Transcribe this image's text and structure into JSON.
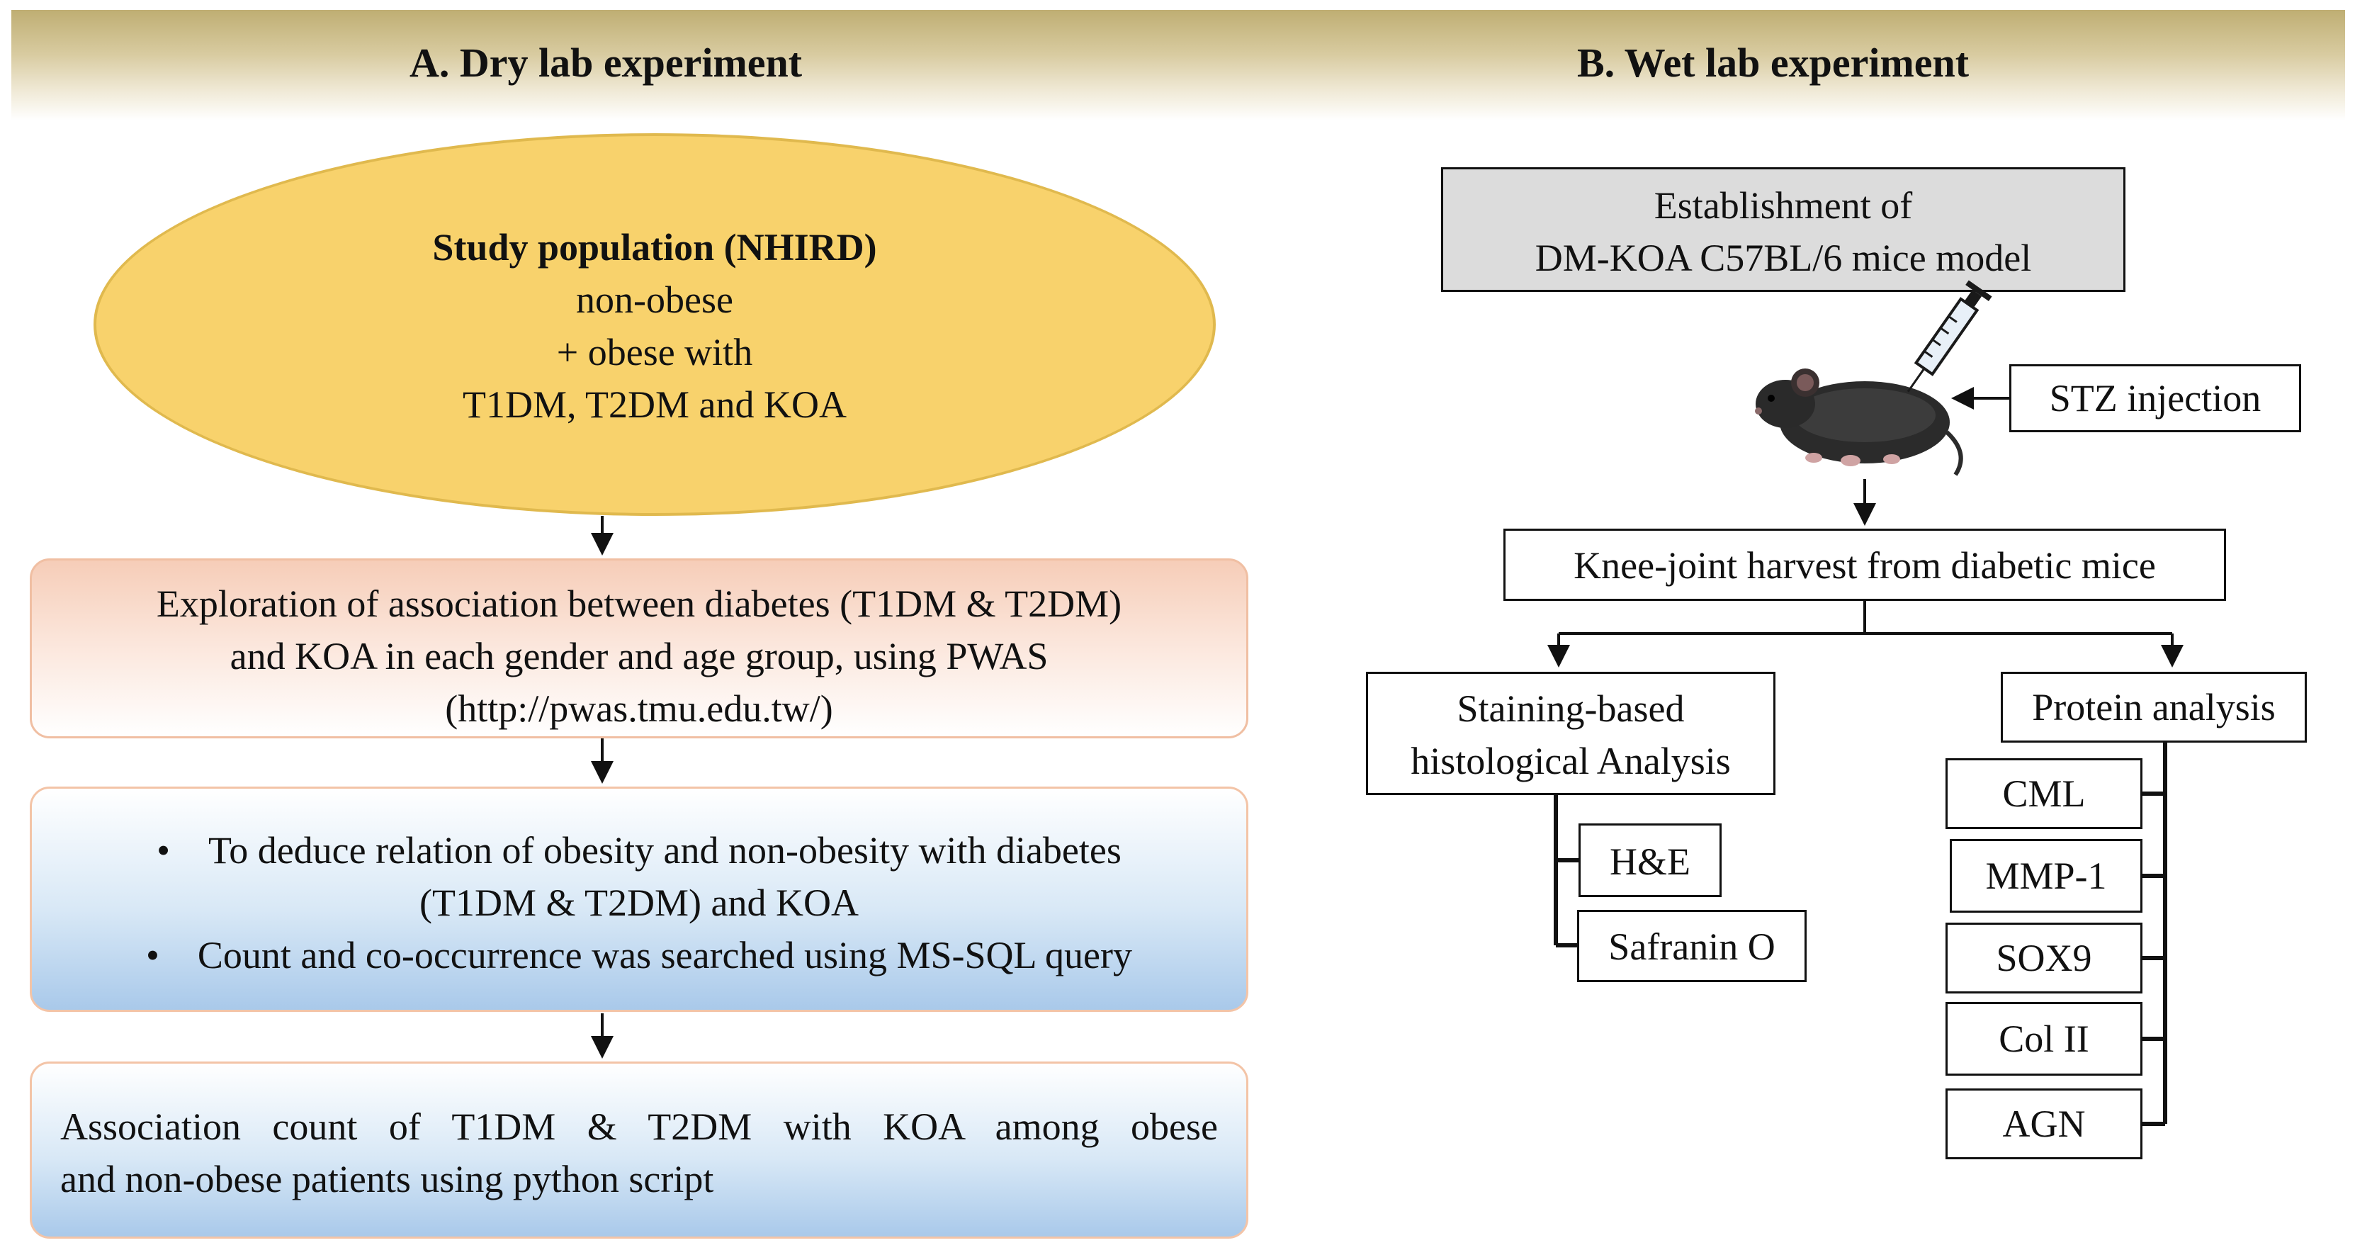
{
  "header": {
    "left_title": "A.  Dry lab experiment",
    "right_title": "B.  Wet lab experiment"
  },
  "dry_lab": {
    "study_population": {
      "title": "Study population (NHIRD)",
      "line1": "non-obese",
      "line2": "+ obese with",
      "line3": "T1DM, T2DM and KOA"
    },
    "exploration": {
      "line1": "Exploration of association between diabetes (T1DM & T2DM)",
      "line2": "and KOA in each gender and age group, using PWAS",
      "line3": "(http://pwas.tmu.edu.tw/)"
    },
    "deduce": {
      "bullet1_line1": "To deduce relation of obesity and non-obesity with diabetes",
      "bullet1_line2": "(T1DM & T2DM) and KOA",
      "bullet2": "Count and co-occurrence was searched using MS-SQL query"
    },
    "association": {
      "line1": "Association count of T1DM & T2DM with KOA among obese",
      "line2": "and non-obese patients using python script"
    }
  },
  "wet_lab": {
    "establishment": {
      "line1": "Establishment of",
      "line2": "DM-KOA C57BL/6 mice model"
    },
    "stz": "STZ injection",
    "harvest": "Knee-joint harvest from diabetic mice",
    "staining": {
      "line1": "Staining-based",
      "line2": "histological Analysis"
    },
    "staining_items": [
      "H&E",
      "Safranin O"
    ],
    "protein": "Protein analysis",
    "protein_items": [
      "CML",
      "MMP-1",
      "SOX9",
      "Col II",
      "AGN"
    ]
  },
  "colors": {
    "ellipse": "#f8d26c",
    "orange_box": "#f6cdb8",
    "blue_box": "#a9c9ea",
    "header_band": "#bfae73"
  },
  "icons": [
    "mouse-icon",
    "syringe-icon"
  ]
}
